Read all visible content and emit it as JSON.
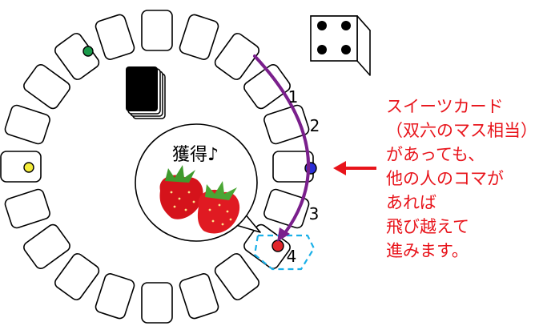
{
  "board": {
    "pieces": [
      {
        "slot": "top-left",
        "color": "#1a9a4a"
      },
      {
        "slot": "left",
        "color": "#f4ec3a"
      },
      {
        "slot": "right",
        "color": "#2b2fd6"
      },
      {
        "slot": "target",
        "color": "#e0262b"
      }
    ],
    "step_labels": [
      "1",
      "2",
      "3",
      "4"
    ],
    "bubble_text": "獲得♪",
    "arrow_color": "#7a1f8c",
    "highlight_color": "#1ab0e8"
  },
  "dice": {
    "face": 4
  },
  "note": {
    "color": "#e8141b",
    "lines": [
      "スイーツカード",
      "（双六のマス相当）",
      "があっても、",
      "他の人のコマが",
      "あれば",
      "飛び越えて",
      "進みます。"
    ]
  }
}
